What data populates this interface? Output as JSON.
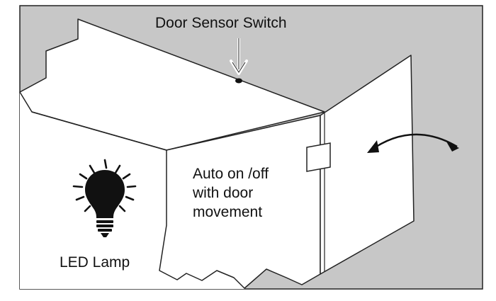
{
  "labels": {
    "sensor": "Door Sensor Switch",
    "auto_lines": [
      "Auto on /off",
      "with door",
      "movement"
    ],
    "lamp": "LED Lamp"
  },
  "colors": {
    "background_wall": "#c7c7c7",
    "cabinet_face": "#ffffff",
    "outline": "#222222",
    "sensor_dot": "#111111",
    "bulb": "#111111",
    "text": "#111111"
  },
  "icons": {
    "lamp": "light-bulb-icon",
    "door_motion": "double-headed-curved-arrow-icon",
    "pointer": "down-arrow-icon"
  }
}
